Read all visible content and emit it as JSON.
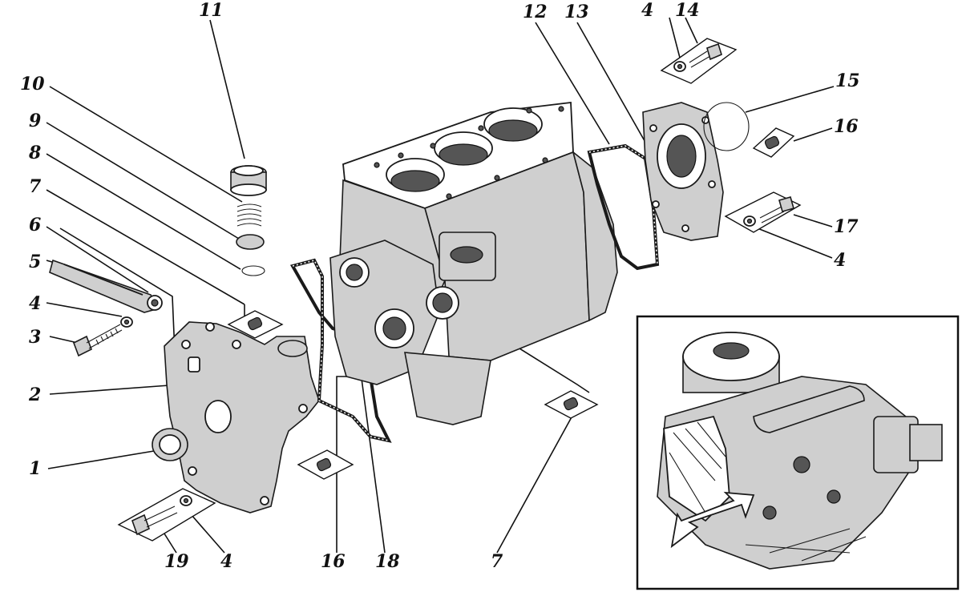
{
  "callouts": [
    {
      "id": "c1",
      "text": "1"
    },
    {
      "id": "c2",
      "text": "2"
    },
    {
      "id": "c3",
      "text": "3"
    },
    {
      "id": "c4a",
      "text": "4"
    },
    {
      "id": "c4b",
      "text": "4"
    },
    {
      "id": "c4c",
      "text": "4"
    },
    {
      "id": "c4d",
      "text": "4"
    },
    {
      "id": "c5",
      "text": "5"
    },
    {
      "id": "c6",
      "text": "6"
    },
    {
      "id": "c7a",
      "text": "7"
    },
    {
      "id": "c7b",
      "text": "7"
    },
    {
      "id": "c8",
      "text": "8"
    },
    {
      "id": "c9",
      "text": "9"
    },
    {
      "id": "c10",
      "text": "10"
    },
    {
      "id": "c11",
      "text": "11"
    },
    {
      "id": "c12",
      "text": "12"
    },
    {
      "id": "c13",
      "text": "13"
    },
    {
      "id": "c14",
      "text": "14"
    },
    {
      "id": "c15",
      "text": "15"
    },
    {
      "id": "c16a",
      "text": "16"
    },
    {
      "id": "c16b",
      "text": "16"
    },
    {
      "id": "c17",
      "text": "17"
    },
    {
      "id": "c18",
      "text": "18"
    },
    {
      "id": "c19",
      "text": "19"
    }
  ]
}
